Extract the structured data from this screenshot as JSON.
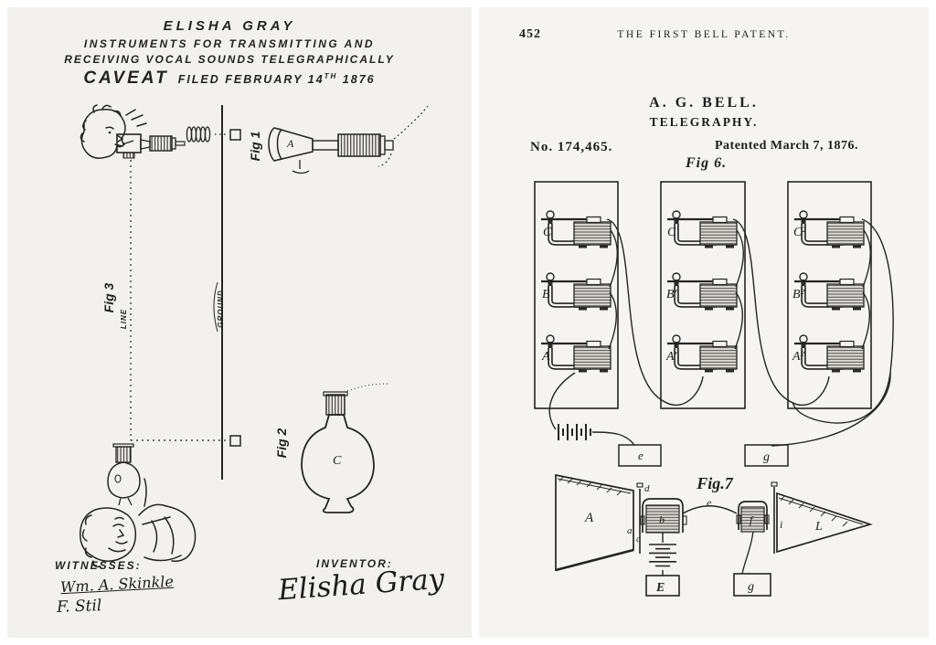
{
  "left_page": {
    "header": {
      "line1": "ELISHA GRAY",
      "line2": "INSTRUMENTS FOR TRANSMITTING AND",
      "line3": "RECEIVING VOCAL SOUNDS TELEGRAPHICALLY",
      "caveat_word": "CAVEAT",
      "filed_prefix": "FILED FEBRUARY 14",
      "filed_sup": "TH",
      "filed_year": " 1876"
    },
    "figures": {
      "fig1_label": "Fig 1",
      "fig1_horn_label": "A",
      "fig2_label": "Fig 2",
      "fig2_receiver_label": "C",
      "fig3_label": "Fig 3",
      "line_label": "LINE",
      "ground_label": "GROUND"
    },
    "signatures": {
      "witnesses_heading": "WITNESSES:",
      "witness1": "Wm. A. Skinkle",
      "witness2": "F. Stil",
      "inventor_heading": "INVENTOR:",
      "inventor_name": "Elisha Gray"
    }
  },
  "right_page": {
    "page_number": "452",
    "running_head": "THE FIRST BELL PATENT.",
    "patent_header": {
      "inventor": "A. G. BELL.",
      "title": "TELEGRAPHY.",
      "number": "No. 174,465.",
      "date": "Patented March 7, 1876."
    },
    "fig6": {
      "label": "Fig 6.",
      "panel1_labels": [
        "C",
        "B",
        "A"
      ],
      "panel2_labels": [
        "C'",
        "B'",
        "A'"
      ],
      "panel3_labels": [
        "C²",
        "B²",
        "A²"
      ],
      "box_e": "e",
      "box_g": "g"
    },
    "fig7": {
      "label": "Fig.7",
      "left_horn_label": "A",
      "right_horn_label": "L",
      "label_d": "d",
      "label_a": "a",
      "label_c": "c",
      "label_b": "b",
      "label_e": "e",
      "label_f": "f",
      "label_i": "i",
      "box_E": "E",
      "box_g": "g"
    }
  },
  "colors": {
    "ink": "#242424",
    "page_left_bg": "#f2f1ee",
    "page_right_bg": "#f5f4f1",
    "frame": "#ffffff"
  }
}
